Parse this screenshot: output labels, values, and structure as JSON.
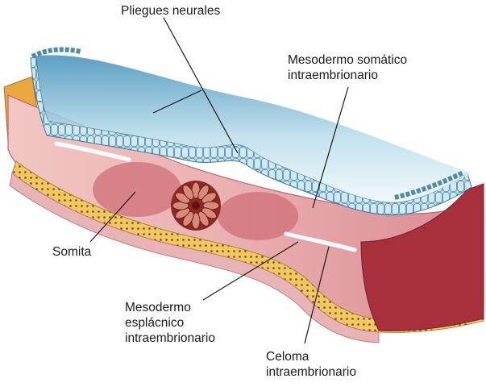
{
  "labels": {
    "neural_folds": [
      "Pliegues neurales"
    ],
    "somatic": [
      "Mesodermo somático",
      "intraembrionario"
    ],
    "somite": [
      "Somita"
    ],
    "splanchnic": [
      "Mesodermo",
      "esplácnico",
      "intraembrionario"
    ],
    "coelom": [
      "Celoma",
      "intraembrionario"
    ]
  },
  "colors": {
    "ectoderm": "#a9cfe0",
    "mesoderm": "#e6a0a6",
    "mesoderm_dark": "#c65d6a",
    "endoderm": "#f0c35a",
    "cut_face": "#a8303d",
    "notochord": "#8c2a22"
  }
}
